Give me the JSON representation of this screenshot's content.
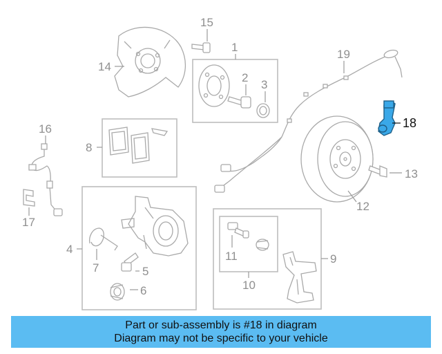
{
  "callouts": {
    "c1": "1",
    "c2": "2",
    "c3": "3",
    "c4": "4",
    "c5": "5",
    "c6": "6",
    "c7": "7",
    "c8": "8",
    "c9": "9",
    "c10": "10",
    "c11": "11",
    "c12": "12",
    "c13": "13",
    "c14": "14",
    "c15": "15",
    "c16": "16",
    "c17": "17",
    "c18": "18",
    "c19": "19"
  },
  "highlight": {
    "part_number": "18",
    "color": "#3aa8e8"
  },
  "banner": {
    "line1": "Part or sub-assembly is #18 in diagram",
    "line2": "Diagram may not be specific to your vehicle",
    "color": "#5bbcf2"
  }
}
